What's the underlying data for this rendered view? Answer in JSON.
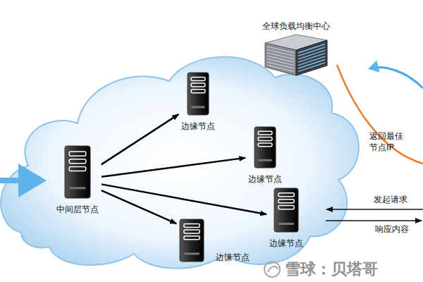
{
  "diagram": {
    "nodes": [
      {
        "text": [
          "全球负载均衡中心"
        ]
      },
      {
        "text": [
          "边缘节点"
        ]
      },
      {
        "text": [
          "中间层节点"
        ]
      },
      {
        "text": [
          "边缘节点"
        ]
      },
      {
        "text": [
          "边缘节点"
        ]
      },
      {
        "text": [
          "边缘节点"
        ]
      }
    ],
    "edges": [
      {
        "from": 2,
        "to": 1,
        "arrow": "to"
      },
      {
        "from": 2,
        "to": 3,
        "arrow": "to"
      },
      {
        "from": 2,
        "to": 4,
        "arrow": "to"
      },
      {
        "from": 2,
        "to": 5,
        "arrow": "to"
      }
    ],
    "labels": [
      "返回最佳节点IP",
      "发起请求",
      "响应内容",
      "雪球：贝塔哥"
    ]
  }
}
